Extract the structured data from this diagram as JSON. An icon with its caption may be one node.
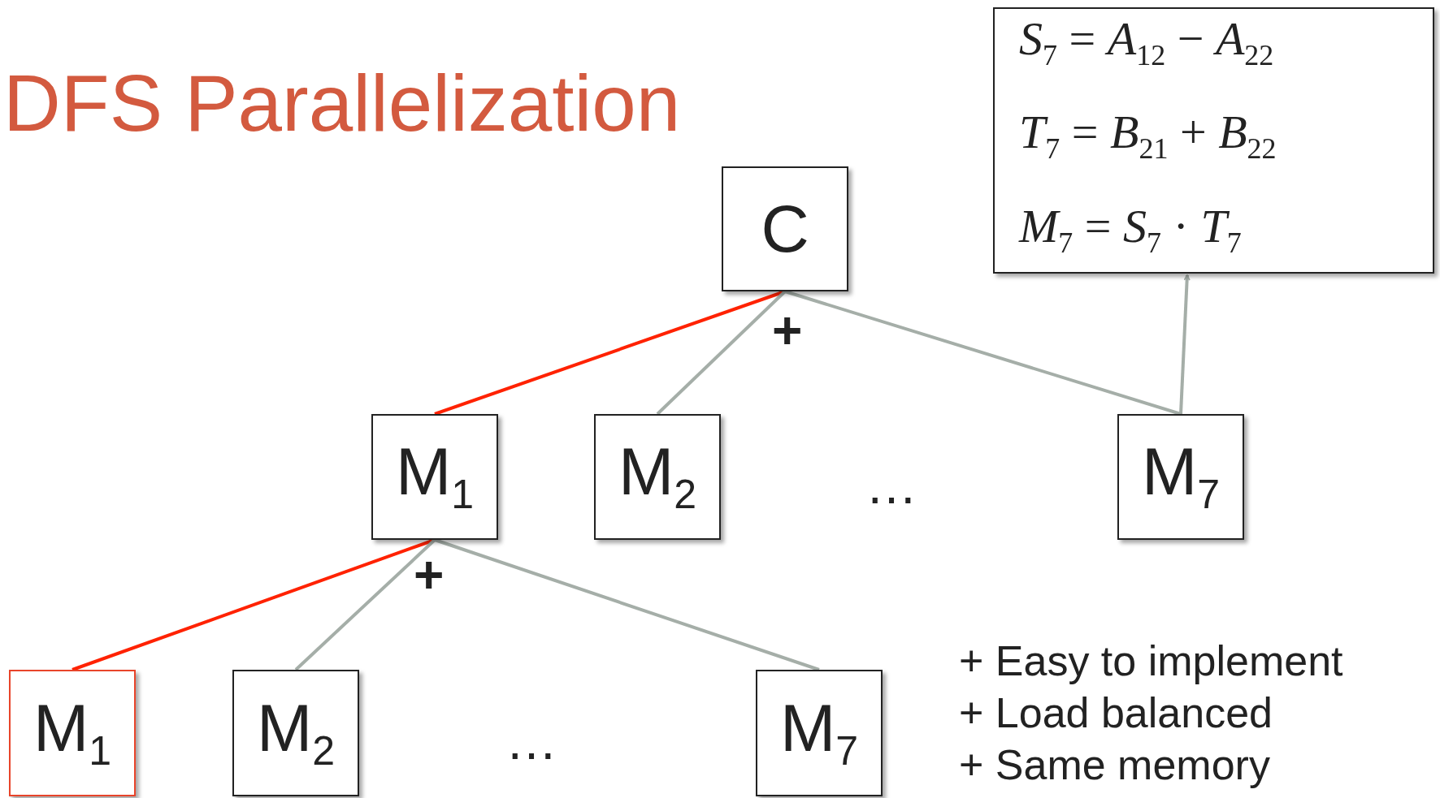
{
  "diagram": {
    "title": "DFS Parallelization",
    "nodes": [
      {
        "text": [
          "C"
        ]
      },
      {
        "text": [
          "M$_{1}$"
        ]
      },
      {
        "text": [
          "M$_{2}$"
        ]
      },
      {
        "text": [
          "M$_{7}$"
        ]
      },
      {
        "text": [
          "M$_{1}$"
        ]
      },
      {
        "text": [
          "M$_{2}$"
        ]
      },
      {
        "text": [
          "M$_{7}$"
        ]
      },
      {
        "text": [
          "*S*$_{7}$ = *A*$_{12}$ − *A*$_{22}$",
          "*T*$_{7}$ = *B*$_{21}$ + *B*$_{22}$",
          "*M*$_{7}$ = *S*$_{7}$ · *T*$_{7}$"
        ]
      }
    ],
    "edges": [
      {
        "from": 0,
        "to": 1,
        "arrow": "none",
        "color": "#ff2200"
      },
      {
        "from": 0,
        "to": 2,
        "arrow": "none"
      },
      {
        "from": 0,
        "to": 3,
        "arrow": "none"
      },
      {
        "from": 1,
        "to": 4,
        "arrow": "none",
        "color": "#ff2200"
      },
      {
        "from": 1,
        "to": 5,
        "arrow": "none"
      },
      {
        "from": 1,
        "to": 6,
        "arrow": "none"
      },
      {
        "from": 3,
        "to": 7,
        "arrow": "to"
      }
    ],
    "labels": [
      "+",
      "…",
      "+",
      "…",
      "+ Easy to implement",
      "+ Load balanced",
      "+ Same memory"
    ]
  }
}
